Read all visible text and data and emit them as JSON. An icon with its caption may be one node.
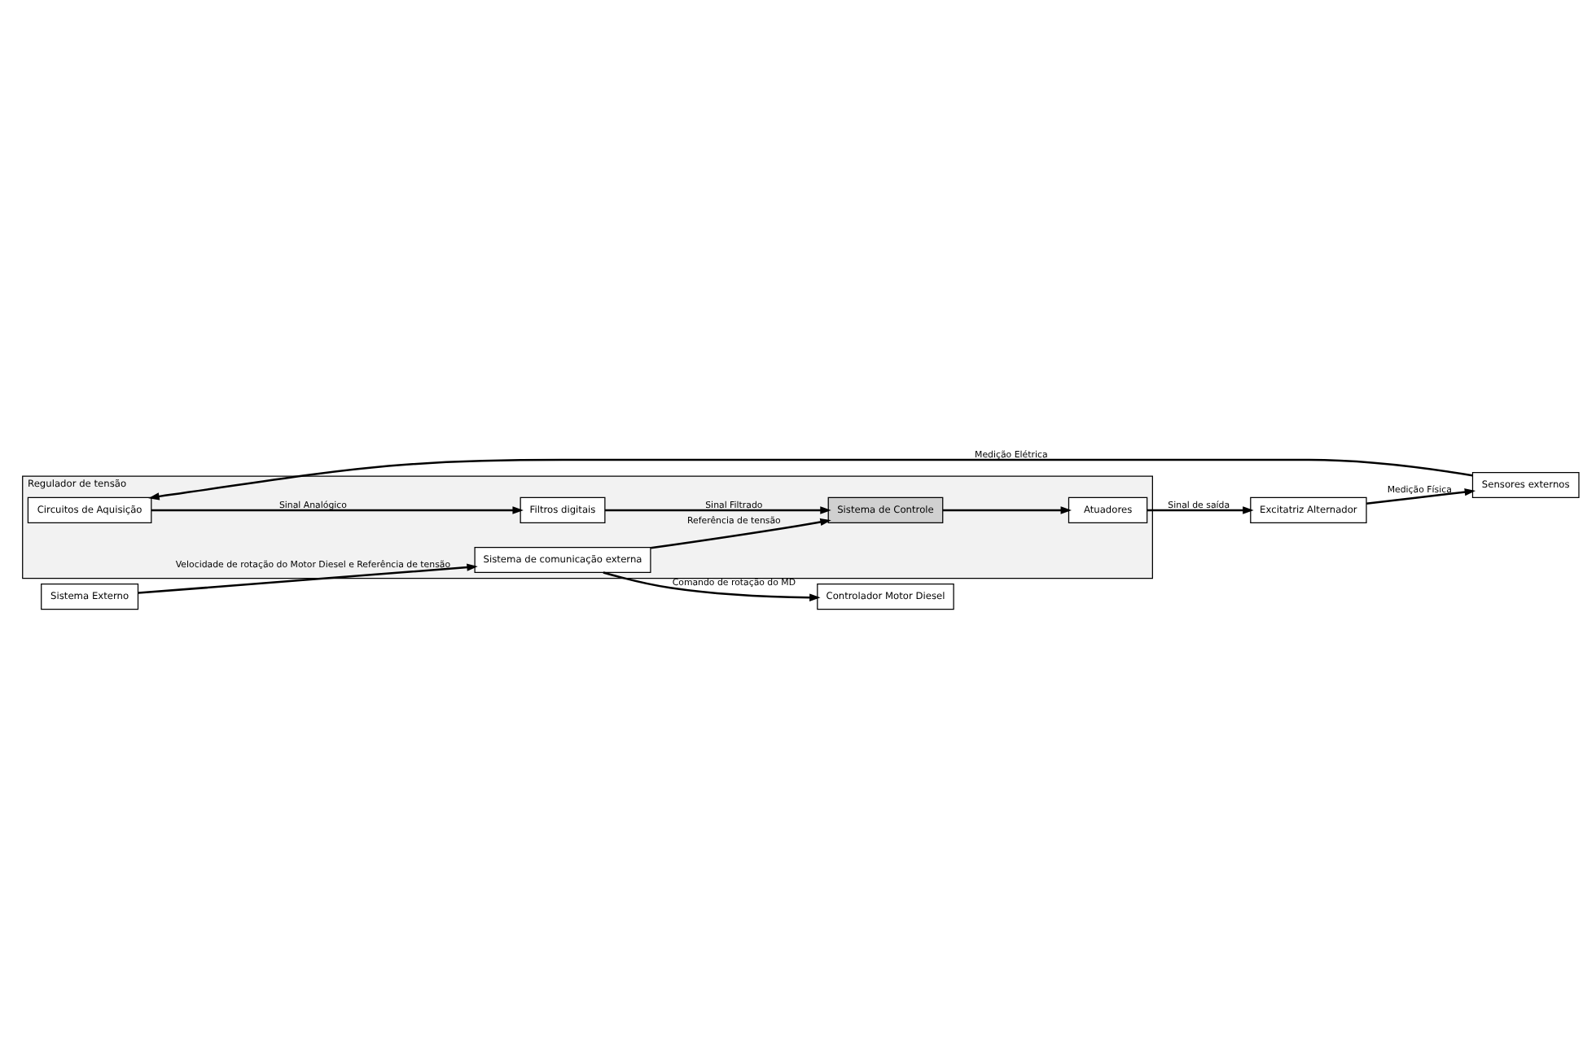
{
  "diagram": {
    "nodes": [
      {
        "text": [
          "Regulador de tensão"
        ]
      },
      {
        "text": [
          "Sistema de comunicação externa"
        ],
        "in": 0
      },
      {
        "text": [
          "Sistema de Controle"
        ],
        "in": 0
      },
      {
        "text": [
          "Atuadores"
        ],
        "in": 0
      },
      {
        "text": [
          "Filtros digitais"
        ],
        "in": 0
      },
      {
        "text": [
          "Circuitos de Aquisição"
        ],
        "in": 0
      },
      {
        "text": [
          "Sistema Externo"
        ]
      },
      {
        "text": [
          "Controlador Motor Diesel"
        ]
      },
      {
        "text": [
          "Excitatriz Alternador"
        ]
      },
      {
        "text": [
          "Sensores externos"
        ]
      }
    ],
    "edges": [
      {
        "from": 6,
        "to": 1,
        "arrow": "to",
        "label": "Velocidade de rotação do Motor Diesel e Referência de tensão"
      },
      {
        "from": 1,
        "to": 7,
        "arrow": "to",
        "label": "Comando de rotação do MD"
      },
      {
        "from": 1,
        "to": 2,
        "arrow": "to",
        "label": "Referência de tensão"
      },
      {
        "from": 2,
        "to": 3,
        "arrow": "to"
      },
      {
        "from": 3,
        "to": 8,
        "arrow": "to",
        "label": "Sinal de saída"
      },
      {
        "from": 8,
        "to": 9,
        "arrow": "to",
        "label": "Medição Física"
      },
      {
        "from": 9,
        "to": 5,
        "arrow": "to",
        "label": "Medição Elétrica"
      },
      {
        "from": 5,
        "to": 4,
        "arrow": "to",
        "label": "Sinal Analógico"
      },
      {
        "from": 4,
        "to": 2,
        "arrow": "to",
        "label": "Sinal Filtrado"
      }
    ]
  }
}
